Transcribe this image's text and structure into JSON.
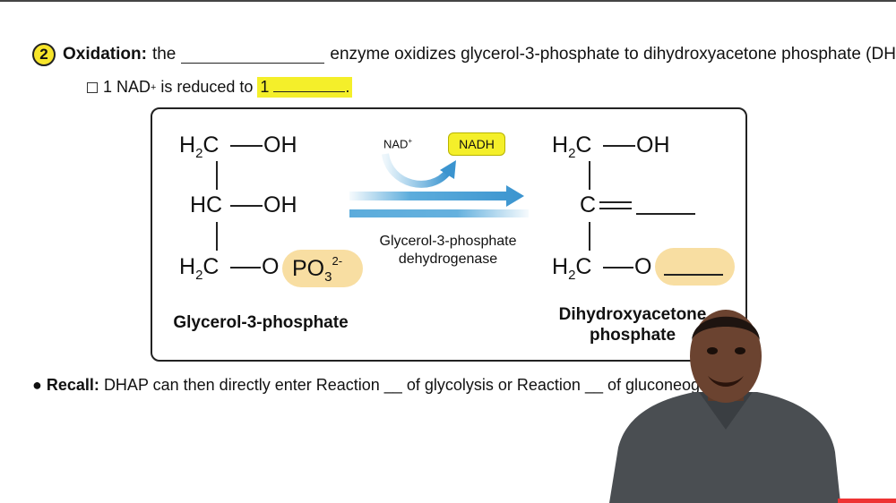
{
  "step": {
    "number": "2",
    "title": "Oxidation:",
    "text_before": "the",
    "text_after": "enzyme oxidizes glycerol-3-phosphate to dihydroxyacetone phosphate (DHAP)."
  },
  "sub_point": {
    "prefix": "1 NAD",
    "sup": "+",
    "middle": "is reduced to",
    "highlight": "1",
    "end": "."
  },
  "diagram": {
    "left": {
      "row1_h": "H",
      "row1_sub": "2",
      "row1_c": "C",
      "row1_oh": "OH",
      "row2_hc": "HC",
      "row2_oh": "OH",
      "row3_h": "H",
      "row3_sub": "2",
      "row3_c": "C",
      "row3_o": "O",
      "po3": "PO",
      "po3_sub": "3",
      "po3_sup": "2-",
      "label": "Glycerol-3-phosphate"
    },
    "arrow": {
      "nad": "NAD",
      "nad_sup": "+",
      "nadh": "NADH",
      "enzyme_line1": "Glycerol-3-phosphate",
      "enzyme_line2": "dehydrogenase",
      "colors": {
        "arrow_blue": "#4aa3d8",
        "highlight_yellow": "#f4ef2a",
        "phosphate_pill": "#f8dea2"
      }
    },
    "right": {
      "row1_h": "H",
      "row1_sub": "2",
      "row1_c": "C",
      "row1_oh": "OH",
      "row2_c": "C",
      "row3_h": "H",
      "row3_sub": "2",
      "row3_c": "C",
      "row3_o": "O",
      "label_line1": "Dihydroxyacetone",
      "label_line2": "phosphate"
    }
  },
  "recall": {
    "label": "Recall:",
    "t1": "DHAP can then directly enter Reaction",
    "blank1": "__",
    "t2": "of glycolysis or Reaction",
    "blank2": "__",
    "t3": "of gluconeogenesis."
  }
}
